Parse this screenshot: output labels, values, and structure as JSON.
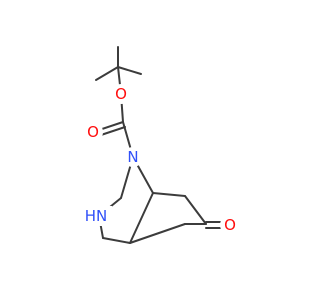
{
  "molecule": {
    "atoms": {
      "o_ester": {
        "label": "O",
        "color": "#ff0d0d"
      },
      "o_carbonyl": {
        "label": "O",
        "color": "#ff0d0d"
      },
      "n_bridge": {
        "label": "N",
        "color": "#3050f8"
      },
      "nh": {
        "label": "HN",
        "color": "#3050f8"
      },
      "o_ketone": {
        "label": "O",
        "color": "#ff0d0d"
      }
    },
    "bond_color": "#3c3c3c"
  }
}
